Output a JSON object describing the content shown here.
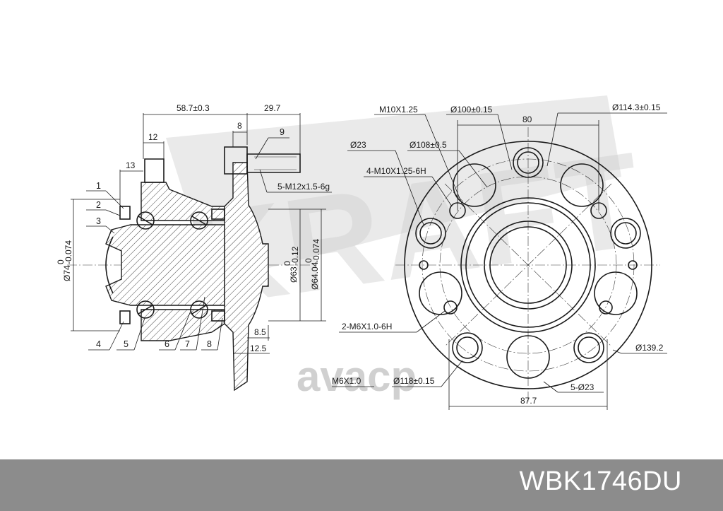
{
  "watermark": {
    "brand_text": "KRAFT",
    "logo_text": "avacp"
  },
  "part_number": "WBK1746DU",
  "side_view": {
    "dims": {
      "len_total": "58.7±0.3",
      "len_stud": "29.7",
      "d12": "12",
      "d8": "8",
      "d13": "13",
      "stud_label": "9",
      "stud_thread": "5-M12x1.5-6g",
      "dia74": "Ø74",
      "dia74_tol": "-0.074",
      "dia74_tol0": "0",
      "dia63": "Ø63",
      "dia63_tol": "-0.12",
      "dia63_tol0": "0",
      "dia64": "Ø64.04",
      "dia64_tol": "-0.074",
      "dia64_tol0": "0",
      "d8_5": "8.5",
      "d12_5": "12.5"
    },
    "balloons": [
      "1",
      "2",
      "3",
      "4",
      "5",
      "6",
      "7",
      "8"
    ]
  },
  "front_view": {
    "dims": {
      "m10": "M10X1.25",
      "pcd100": "Ø100±0.15",
      "pcd114": "Ø114.3±0.15",
      "w80": "80",
      "d23": "Ø23",
      "d108": "Ø108±0.5",
      "thread4": "4-M10X1.25-6H",
      "thread2": "2-M6X1.0-6H",
      "d139": "Ø139.2",
      "m6": "M6X1.0",
      "d118": "Ø118±0.15",
      "holes5": "5-Ø23",
      "w87": "87.7"
    }
  }
}
